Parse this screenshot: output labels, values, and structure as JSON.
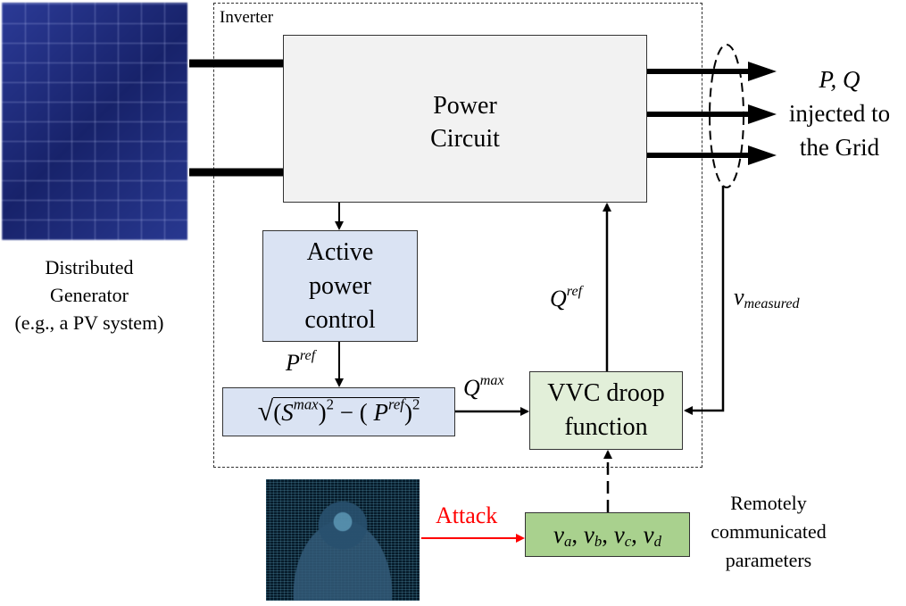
{
  "inverter": {
    "label": "Inverter"
  },
  "power_circuit": {
    "line1": "Power",
    "line2": "Circuit"
  },
  "active_power": {
    "line1": "Active",
    "line2": "power",
    "line3": "control"
  },
  "vvc": {
    "line1": "VVC droop",
    "line2": "function"
  },
  "signals": {
    "p_ref": {
      "base": "P",
      "sup": "ref"
    },
    "q_ref": {
      "base": "Q",
      "sup": "ref"
    },
    "q_max": {
      "base": "Q",
      "sup": "max"
    },
    "v_measured": {
      "base": "v",
      "sub": "measured"
    }
  },
  "sqrt_formula": {
    "radical": "√",
    "open1": "(",
    "s": "S",
    "s_sup": "max",
    "close1": ")",
    "exp1": "2",
    "minus": " − ( ",
    "p": "P",
    "p_sup": "ref",
    "close2": ")",
    "exp2": "2"
  },
  "params": {
    "v": "v",
    "a": "a",
    "b": "b",
    "c": "c",
    "d": "d",
    "sep": ", "
  },
  "output_label": {
    "line1": "P, Q",
    "line2": "injected to",
    "line3": "the Grid"
  },
  "generator_label": {
    "line1": "Distributed",
    "line2": "Generator",
    "line3": "(e.g., a PV system)"
  },
  "attack_label": "Attack",
  "remote_label": {
    "line1": "Remotely",
    "line2": "communicated",
    "line3": "parameters"
  },
  "colors": {
    "attack": "#ff0000",
    "power_circuit_fill": "#f2f2f2",
    "control_fill": "#dae3f3",
    "vvc_fill": "#e2efd9",
    "params_fill": "#a9d18e",
    "pv_panel": "#1d2a78"
  }
}
